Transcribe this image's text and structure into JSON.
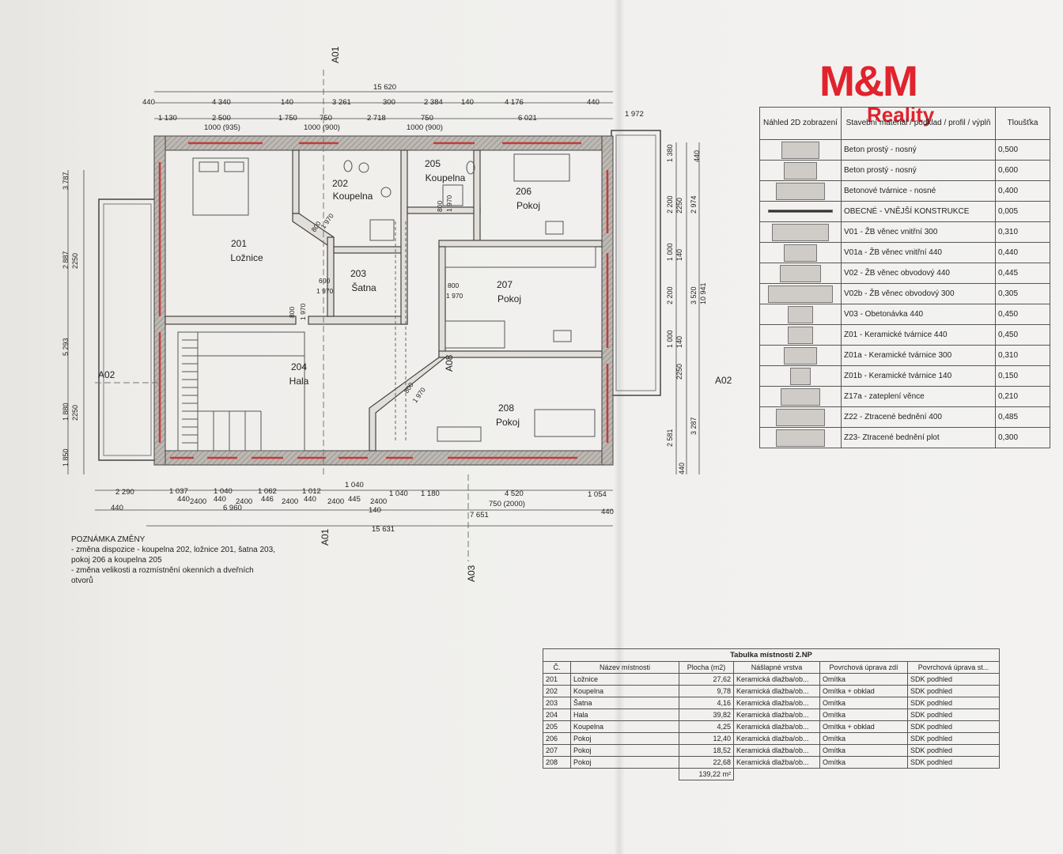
{
  "brand": {
    "top": "M&M",
    "bottom": "Reality",
    "color": "#e0232d"
  },
  "rooms": [
    {
      "num": "201",
      "name": "Ložnice"
    },
    {
      "num": "202",
      "name": "Koupelna"
    },
    {
      "num": "203",
      "name": "Šatna"
    },
    {
      "num": "204",
      "name": "Hala"
    },
    {
      "num": "205",
      "name": "Koupelna"
    },
    {
      "num": "206",
      "name": "Pokoj"
    },
    {
      "num": "207",
      "name": "Pokoj"
    },
    {
      "num": "208",
      "name": "Pokoj"
    }
  ],
  "sections": {
    "a01": "A01",
    "a02": "A02",
    "a03": "A03",
    "a08": "A08"
  },
  "dims": {
    "top_total": "15 620",
    "top_row": [
      "440",
      "4 340",
      "140",
      "3 261",
      "300",
      "2 384",
      "140",
      "4 176",
      "440"
    ],
    "top_row2": [
      "1 130",
      "2 500",
      "1 750",
      "750",
      "2 718",
      "750",
      "6 021"
    ],
    "top_row3": [
      "1000 (935)",
      "1000 (900)",
      "1000 (900)"
    ],
    "top_right": "1 972",
    "bottom_row1": [
      "2 290",
      "1 037",
      "1 040",
      "1 062",
      "1 012",
      "1 040",
      "1 040",
      "1 180",
      "4 520",
      "1 054"
    ],
    "bottom_row2": [
      "440",
      "2400",
      "440",
      "2400",
      "446",
      "2400",
      "440",
      "2400",
      "445",
      "2400",
      "750 (2000)"
    ],
    "bottom_row3": [
      "440",
      "6 960",
      "140",
      "7 651",
      "440"
    ],
    "bottom_total": "15 631",
    "left_side": [
      "3 787",
      "2 887",
      "2250",
      "5 293",
      "1 880",
      "2250",
      "1 850"
    ],
    "right_side": [
      "1 380",
      "440",
      "2 200",
      "2250",
      "1 000",
      "140",
      "2 974",
      "2 200",
      "3 520",
      "10 941",
      "1 000",
      "140",
      "2250",
      "3 287",
      "2 581",
      "440"
    ],
    "doors": [
      "800",
      "1 970",
      "600",
      "1 970",
      "800",
      "1 970",
      "800",
      "1 970",
      "800",
      "1 970",
      "800",
      "1 970"
    ]
  },
  "note": {
    "title": "POZNÁMKA ZMĚNY",
    "lines": [
      "- změna dispozice - koupelna 202, ložnice 201, šatna 203,",
      "pokoj 206 a koupelna 205",
      "- změna velikosti a rozmístnění okenních a dveřních",
      "otvorů"
    ]
  },
  "legend": {
    "headers": [
      "Náhled 2D zobrazení",
      "Stavební materiál / podklad / profil / výplň",
      "Tloušťka"
    ],
    "rows": [
      {
        "name": "Beton prostý - nosný",
        "t": "0,500"
      },
      {
        "name": "Beton prostý - nosný",
        "t": "0,600"
      },
      {
        "name": "Betonové tvárnice - nosné",
        "t": "0,400"
      },
      {
        "name": "OBECNÉ - VNĚJŠÍ KONSTRUKCE",
        "t": "0,005"
      },
      {
        "name": "V01 - ŽB věnec vnitřní 300",
        "t": "0,310"
      },
      {
        "name": "V01a - ŽB věnec vnitřní 440",
        "t": "0,440"
      },
      {
        "name": "V02 - ŽB věnec obvodový 440",
        "t": "0,445"
      },
      {
        "name": "V02b - ŽB věnec obvodový 300",
        "t": "0,305"
      },
      {
        "name": "V03 - Obetonávka 440",
        "t": "0,450"
      },
      {
        "name": "Z01 - Keramické tvárnice 440",
        "t": "0,450"
      },
      {
        "name": "Z01a - Keramické tvárnice 300",
        "t": "0,310"
      },
      {
        "name": "Z01b - Keramické tvárnice 140",
        "t": "0,150"
      },
      {
        "name": "Z17a - zateplení věnce",
        "t": "0,210"
      },
      {
        "name": "Z22 - Ztracené bednění 400",
        "t": "0,485"
      },
      {
        "name": "Z23- Ztracené bednění plot",
        "t": "0,300"
      }
    ]
  },
  "room_table": {
    "caption": "Tabulka místností 2.NP",
    "headers": [
      "Č.",
      "Název místnosti",
      "Plocha (m2)",
      "Nášlapné vrstva",
      "Povrchová úprava zdí",
      "Povrchová úprava st..."
    ],
    "rows": [
      [
        "201",
        "Ložnice",
        "27,62",
        "Keramická dlažba/ob...",
        "Omítka",
        "SDK podhled"
      ],
      [
        "202",
        "Koupelna",
        "9,78",
        "Keramická dlažba/ob...",
        "Omítka + obklad",
        "SDK podhled"
      ],
      [
        "203",
        "Šatna",
        "4,16",
        "Keramická dlažba/ob...",
        "Omítka",
        "SDK podhled"
      ],
      [
        "204",
        "Hala",
        "39,82",
        "Keramická dlažba/ob...",
        "Omítka",
        "SDK podhled"
      ],
      [
        "205",
        "Koupelna",
        "4,25",
        "Keramická dlažba/ob...",
        "Omítka + obklad",
        "SDK podhled"
      ],
      [
        "206",
        "Pokoj",
        "12,40",
        "Keramická dlažba/ob...",
        "Omítka",
        "SDK podhled"
      ],
      [
        "207",
        "Pokoj",
        "18,52",
        "Keramická dlažba/ob...",
        "Omítka",
        "SDK podhled"
      ],
      [
        "208",
        "Pokoj",
        "22,68",
        "Keramická dlažba/ob...",
        "Omítka",
        "SDK podhled"
      ]
    ],
    "total": "139,22 m²"
  }
}
